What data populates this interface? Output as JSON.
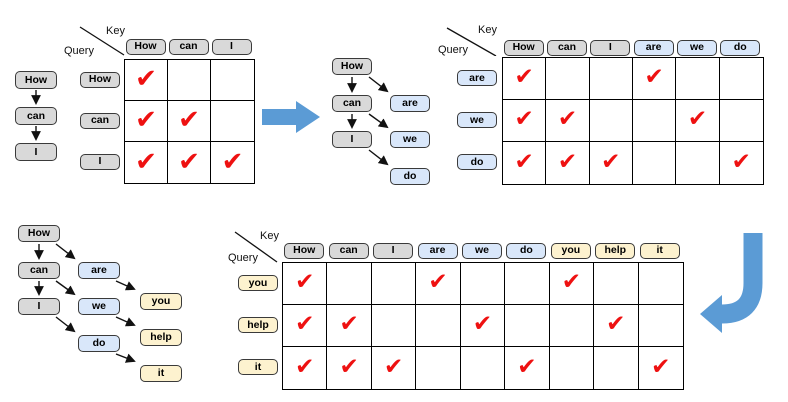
{
  "corner": {
    "key": "Key",
    "query": "Query"
  },
  "glyphs": {
    "check": "✔"
  },
  "colors": {
    "gray": "#d9d9d9",
    "blue": "#d9e7fa",
    "yellow": "#fdf2cf",
    "arrow": "#5b9bd5",
    "check": "#ee1111"
  },
  "trees": [
    {
      "name": "sequence-how-can-i",
      "nodes": [
        {
          "label": "How",
          "color": "gray"
        },
        {
          "label": "can",
          "color": "gray"
        },
        {
          "label": "I",
          "color": "gray"
        }
      ]
    },
    {
      "name": "sequence-with-draft-are-we-do",
      "nodes": [
        {
          "label": "How",
          "color": "gray"
        },
        {
          "label": "can",
          "color": "gray"
        },
        {
          "label": "I",
          "color": "gray"
        },
        {
          "label": "are",
          "color": "blue"
        },
        {
          "label": "we",
          "color": "blue"
        },
        {
          "label": "do",
          "color": "blue"
        }
      ]
    },
    {
      "name": "sequence-with-draft-you-help-it",
      "nodes": [
        {
          "label": "How",
          "color": "gray"
        },
        {
          "label": "can",
          "color": "gray"
        },
        {
          "label": "I",
          "color": "gray"
        },
        {
          "label": "are",
          "color": "blue"
        },
        {
          "label": "we",
          "color": "blue"
        },
        {
          "label": "do",
          "color": "blue"
        },
        {
          "label": "you",
          "color": "yellow"
        },
        {
          "label": "help",
          "color": "yellow"
        },
        {
          "label": "it",
          "color": "yellow"
        }
      ]
    }
  ],
  "matrices": [
    {
      "name": "attention-matrix-1",
      "columns": [
        {
          "label": "How",
          "color": "gray"
        },
        {
          "label": "can",
          "color": "gray"
        },
        {
          "label": "I",
          "color": "gray"
        }
      ],
      "rows": [
        {
          "label": "How",
          "color": "gray",
          "checks": [
            1,
            0,
            0
          ]
        },
        {
          "label": "can",
          "color": "gray",
          "checks": [
            1,
            1,
            0
          ]
        },
        {
          "label": "I",
          "color": "gray",
          "checks": [
            1,
            1,
            1
          ]
        }
      ]
    },
    {
      "name": "attention-matrix-2",
      "columns": [
        {
          "label": "How",
          "color": "gray"
        },
        {
          "label": "can",
          "color": "gray"
        },
        {
          "label": "I",
          "color": "gray"
        },
        {
          "label": "are",
          "color": "blue"
        },
        {
          "label": "we",
          "color": "blue"
        },
        {
          "label": "do",
          "color": "blue"
        }
      ],
      "rows": [
        {
          "label": "are",
          "color": "blue",
          "checks": [
            1,
            0,
            0,
            1,
            0,
            0
          ]
        },
        {
          "label": "we",
          "color": "blue",
          "checks": [
            1,
            1,
            0,
            0,
            1,
            0
          ]
        },
        {
          "label": "do",
          "color": "blue",
          "checks": [
            1,
            1,
            1,
            0,
            0,
            1
          ]
        }
      ]
    },
    {
      "name": "attention-matrix-3",
      "columns": [
        {
          "label": "How",
          "color": "gray"
        },
        {
          "label": "can",
          "color": "gray"
        },
        {
          "label": "I",
          "color": "gray"
        },
        {
          "label": "are",
          "color": "blue"
        },
        {
          "label": "we",
          "color": "blue"
        },
        {
          "label": "do",
          "color": "blue"
        },
        {
          "label": "you",
          "color": "yellow"
        },
        {
          "label": "help",
          "color": "yellow"
        },
        {
          "label": "it",
          "color": "yellow"
        }
      ],
      "rows": [
        {
          "label": "you",
          "color": "yellow",
          "checks": [
            1,
            0,
            0,
            1,
            0,
            0,
            1,
            0,
            0
          ]
        },
        {
          "label": "help",
          "color": "yellow",
          "checks": [
            1,
            1,
            0,
            0,
            1,
            0,
            0,
            1,
            0
          ]
        },
        {
          "label": "it",
          "color": "yellow",
          "checks": [
            1,
            1,
            1,
            0,
            0,
            1,
            0,
            0,
            1
          ]
        }
      ]
    }
  ]
}
